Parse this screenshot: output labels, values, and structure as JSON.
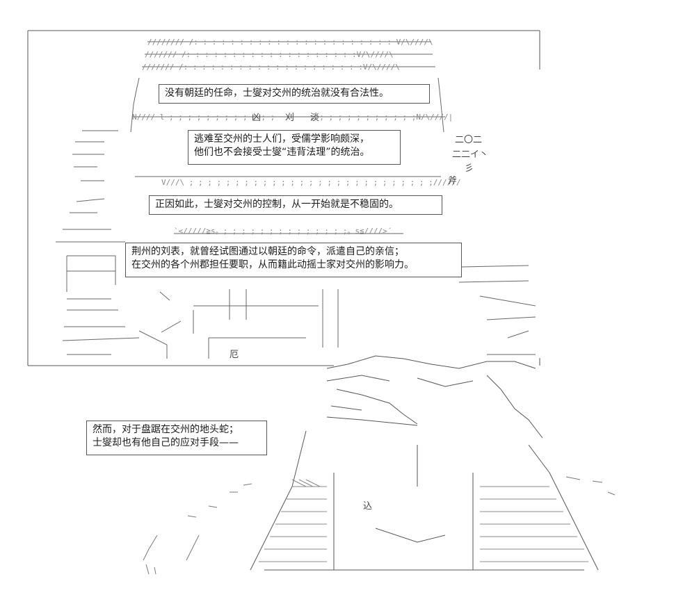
{
  "panel_texts": {
    "box1": [
      "没有朝廷的任命，士燮对交州的统治就没有合法性。"
    ],
    "box2": [
      "逃难至交州的士人们，受儒学影响颇深，",
      "他们也不会接受士燮“违背法理”的统治。"
    ],
    "box3": [
      "正因如此，士燮对交州的控制，从一开始就是不稳固的。"
    ],
    "box4": [
      "荆州的刘表，就曾经试图通过以朝廷的命令，派遣自己的亲信；",
      "在交州的各个州郡担任要职，从而籍此动摇士家对交州的影响力。"
    ],
    "box5": [
      "然而，对于盘踞在交州的地头蛇；",
      "士燮却也有他自己的应对手段——"
    ]
  },
  "art_fragments": {
    "sign1": "凶",
    "sign2": "刈",
    "sign3": "淡",
    "sign4": "二〇二",
    "sign5": "二二イ丶",
    "sign6": "斧",
    "sign7": "彡",
    "sign8": "厄",
    "sign9": "込"
  },
  "colors": {
    "line": "#555555",
    "text": "#1a1a1a",
    "background": "#ffffff"
  }
}
